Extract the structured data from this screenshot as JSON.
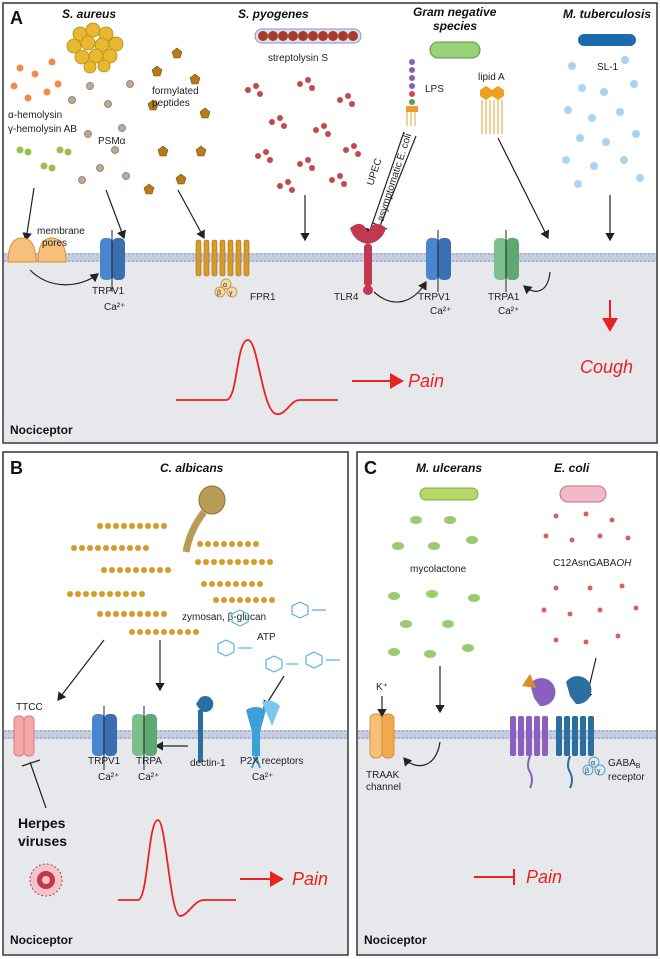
{
  "panel_a": {
    "letter": "A",
    "species": {
      "s_aureus": "S. aureus",
      "s_pyogenes": "S. pyogenes",
      "gram_negative_line1": "Gram negative",
      "gram_negative_line2": "species",
      "m_tuberculosis": "M. tuberculosis"
    },
    "molecules": {
      "hemolysin_alpha": "α-hemolysin",
      "hemolysin_gamma": "γ-hemolysin AB",
      "psm": "PSMα",
      "formylated_line1": "formylated",
      "formylated_line2": "peptides",
      "streptolysin": "streptolysin S",
      "lps": "LPS",
      "lipid_a": "lipid A",
      "sl1": "SL-1",
      "upec": "UPEC",
      "asymptomatic_ecoli": "asymptomatic E. coli"
    },
    "receptors": {
      "membrane_pores_line1": "membrane",
      "membrane_pores_line2": "pores",
      "trpv1_left": "TRPV1",
      "fpr1": "FPR1",
      "tlr4": "TLR4",
      "trpv1_right": "TRPV1",
      "trpa1": "TRPA1"
    },
    "ions": {
      "ca1": "Ca²⁺",
      "ca2": "Ca²⁺",
      "ca3": "Ca²⁺"
    },
    "gprotein": {
      "a": "α",
      "b": "β",
      "g": "γ"
    },
    "outcomes": {
      "pain": "Pain",
      "cough": "Cough"
    },
    "nociceptor": "Nociceptor"
  },
  "panel_b": {
    "letter": "B",
    "species": {
      "c_albicans": "C. albicans",
      "herpes_line1": "Herpes",
      "herpes_line2": "viruses"
    },
    "molecules": {
      "zymosan": "zymosan, β-glucan",
      "atp": "ATP"
    },
    "receptors": {
      "ttcc": "TTCC",
      "trpv1": "TRPV1",
      "trpa": "TRPA",
      "dectin": "dectin-1",
      "p2x": "P2X receptors"
    },
    "ions": {
      "ca1": "Ca²⁺",
      "ca2": "Ca²⁺",
      "ca3": "Ca²⁺"
    },
    "outcomes": {
      "pain": "Pain"
    },
    "nociceptor": "Nociceptor"
  },
  "panel_c": {
    "letter": "C",
    "species": {
      "m_ulcerans": "M. ulcerans",
      "e_coli": "E. coli"
    },
    "molecules": {
      "mycolactone": "mycolactone",
      "c12": "C12AsnGABA",
      "c12_oh": "OH"
    },
    "receptors": {
      "k": "K⁺",
      "traak_line1": "TRAAK",
      "traak_line2": "channel",
      "gabab_line1": "GABA",
      "gabab_sub": "B",
      "gabab_line2": "receptor"
    },
    "gprotein": {
      "a": "α",
      "b": "β",
      "g": "γ"
    },
    "outcomes": {
      "pain": "Pain"
    },
    "nociceptor": "Nociceptor"
  },
  "colors": {
    "pain_red": "#e8231f",
    "membrane": "#9aa7c4",
    "cytosol": "#e7e8ec",
    "trpv1": "#4a86cf",
    "trpa1": "#7bbf8a",
    "fpr1": "#d69a2a",
    "tlr4": "#c0394f"
  }
}
